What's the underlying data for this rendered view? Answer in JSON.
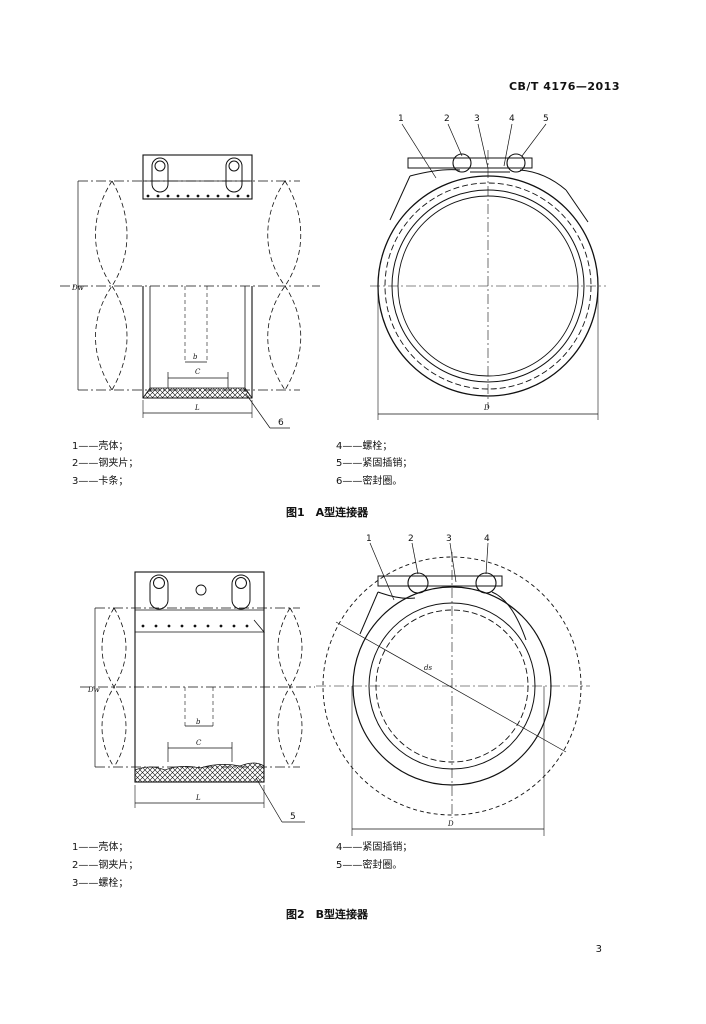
{
  "header": {
    "standard_number": "CB/T 4176—2013"
  },
  "figure1": {
    "caption": "图1　A型连接器",
    "legend": [
      "1——壳体；",
      "2——钢夹片；",
      "3——卡条；",
      "4——螺栓；",
      "5——紧固插销；",
      "6——密封圈。"
    ],
    "side_labels": [
      "6"
    ],
    "dims": {
      "dw": "Dw",
      "b": "b",
      "c": "C",
      "l": "L",
      "d": "D"
    },
    "top_labels": [
      "1",
      "2",
      "3",
      "4",
      "5"
    ]
  },
  "figure2": {
    "caption": "图2　B型连接器",
    "legend": [
      "1——壳体；",
      "2——钢夹片；",
      "3——螺栓；",
      "4——紧固插销；",
      "5——密封圈。"
    ],
    "side_labels": [
      "5"
    ],
    "dims": {
      "dw": "Dw",
      "b": "b",
      "c": "C",
      "l": "L",
      "d": "D",
      "ds": "ds"
    },
    "top_labels": [
      "1",
      "2",
      "3",
      "4"
    ]
  },
  "footer": {
    "page_number": "3"
  }
}
